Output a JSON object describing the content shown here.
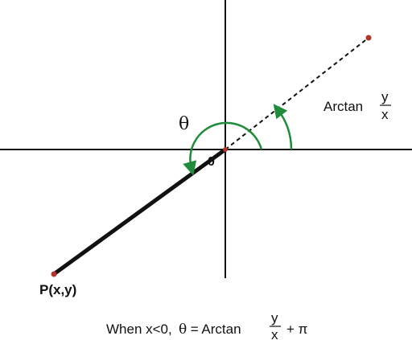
{
  "diagram": {
    "theta_label": "θ",
    "origin_label": "0",
    "point_label": "P(x,y)",
    "arctan": {
      "word": "Arctan",
      "numerator": "y",
      "denominator": "x"
    },
    "caption": {
      "prefix": "When x<0, ",
      "theta": "θ",
      "equals_arctan": " = Arctan",
      "numerator": "y",
      "denominator": "x",
      "suffix": "+ π"
    },
    "colors": {
      "axis": "#111111",
      "arc": "#1e8c3a",
      "point": "#b5342a"
    }
  }
}
